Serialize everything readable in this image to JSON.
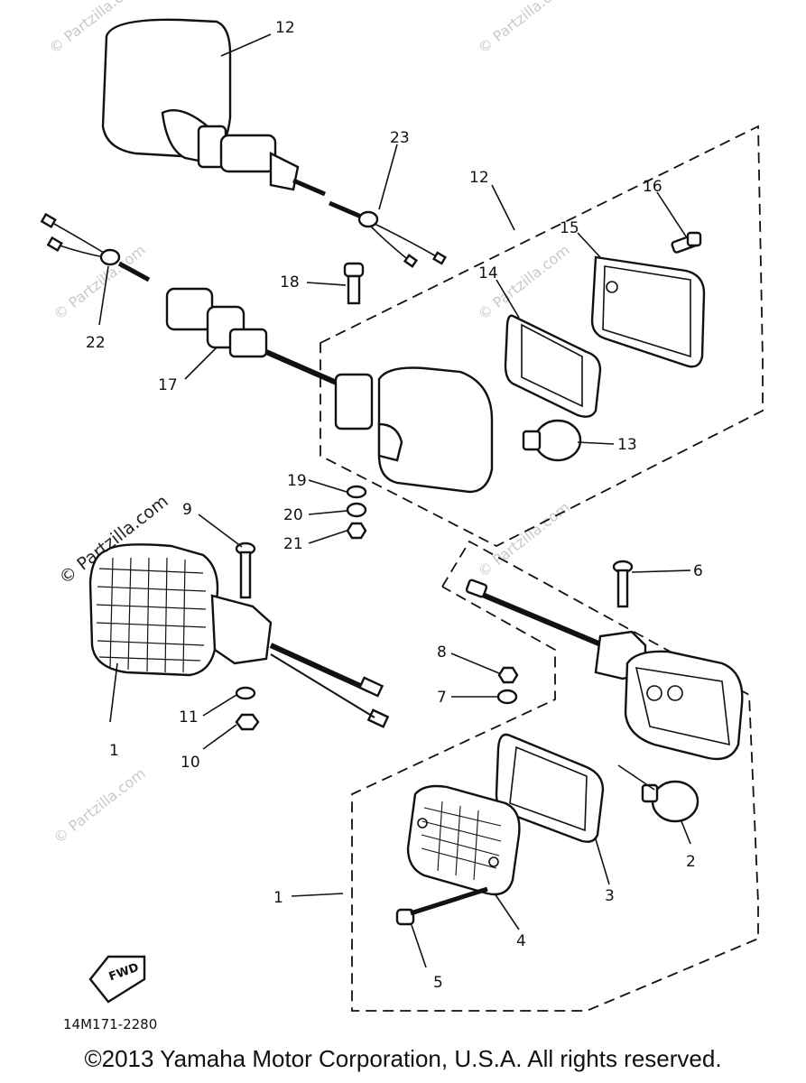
{
  "diagram": {
    "callouts": [
      "1",
      "1",
      "2",
      "3",
      "4",
      "5",
      "6",
      "7",
      "8",
      "9",
      "10",
      "11",
      "12",
      "12",
      "13",
      "14",
      "15",
      "16",
      "17",
      "18",
      "19",
      "20",
      "21",
      "22",
      "23"
    ],
    "drawing_code": "14M171-2280",
    "fwd_badge": "FWD",
    "watermark": "© Partzilla.com"
  },
  "footer": {
    "copyright": "©2013  Yamaha Motor Corporation, U.S.A. All rights reserved."
  }
}
